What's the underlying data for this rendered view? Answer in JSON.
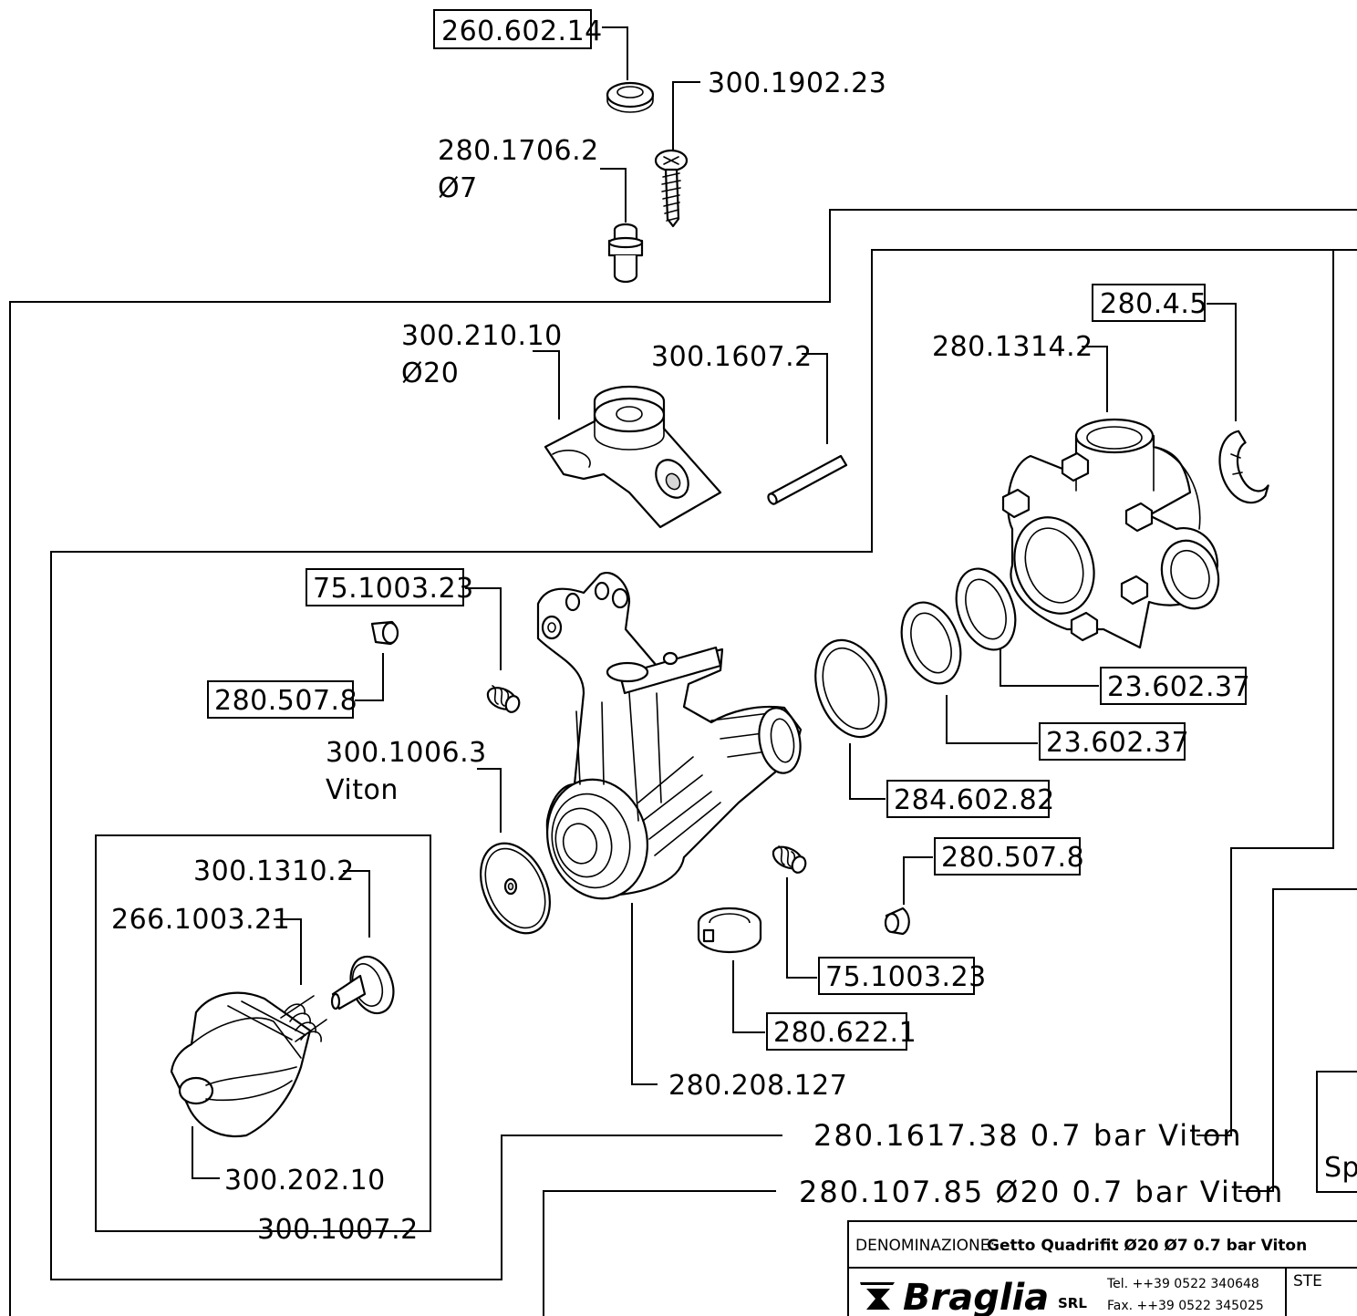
{
  "labels": {
    "p_260_602_14": "260.602.14",
    "p_300_1902_23": "300.1902.23",
    "p_280_1706_2": "280.1706.2",
    "p_280_1706_2_size": "Ø7",
    "p_300_210_10": "300.210.10",
    "p_300_210_10_size": "Ø20",
    "p_300_1607_2": "300.1607.2",
    "p_280_4_5": "280.4.5",
    "p_280_1314_2": "280.1314.2",
    "p_75_1003_23_a": "75.1003.23",
    "p_280_507_8_a": "280.507.8",
    "p_300_1006_3": "300.1006.3",
    "p_300_1006_3_mat": "Viton",
    "p_23_602_37_a": "23.602.37",
    "p_23_602_37_b": "23.602.37",
    "p_284_602_82": "284.602.82",
    "p_280_507_8_b": "280.507.8",
    "p_300_1310_2": "300.1310.2",
    "p_266_1003_21": "266.1003.21",
    "p_75_1003_23_b": "75.1003.23",
    "p_280_622_1": "280.622.1",
    "p_280_208_127": "280.208.127",
    "p_300_202_10": "300.202.10",
    "p_300_1007_2": "300.1007.2",
    "assy_280_1617_38": "280.1617.38  0.7  bar  Viton",
    "assy_280_107_85": "280.107.85  Ø20  0.7  bar  Viton",
    "cut_off_text": "Spa"
  },
  "title_block": {
    "denominazione_label": "DENOMINAZIONE:",
    "denominazione_value": "Getto Quadrifit Ø20 Ø7 0.7 bar Viton",
    "brand": "Braglia",
    "brand_suffix": "SRL",
    "tel": "Tel. ++39 0522 340648",
    "fax": "Fax. ++39 0522 345025",
    "code": "STE"
  }
}
